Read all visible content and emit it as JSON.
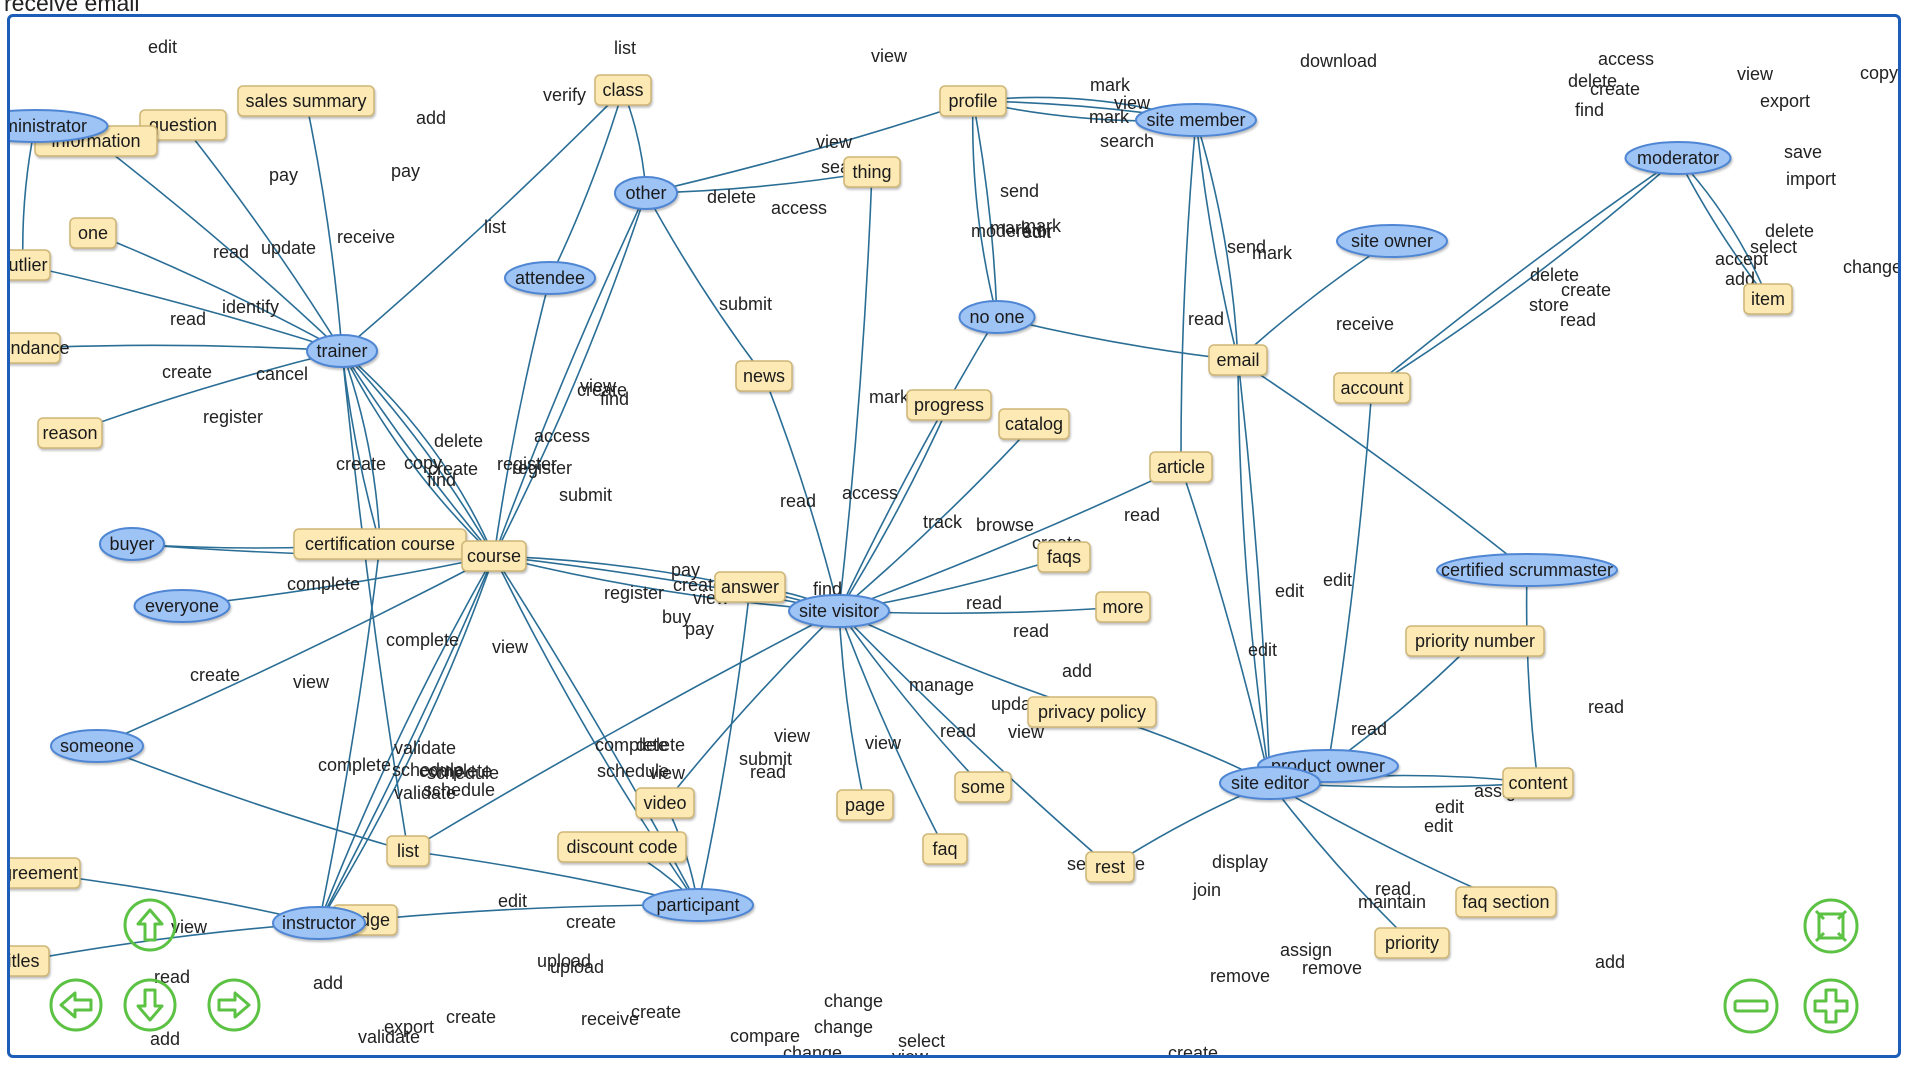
{
  "top_label": "receive email",
  "colors": {
    "frame": "#1b5db8",
    "edge": "#2a6e96",
    "actor_fill": "#9ec3f5",
    "actor_stroke": "#4f86d4",
    "object_fill": "#fce9b4",
    "object_stroke": "#cfb676",
    "control": "#5cc243"
  },
  "actors": [
    {
      "label": "administrator",
      "ref": "n_admin"
    },
    {
      "label": "trainer",
      "ref": "n_trainer"
    },
    {
      "label": "other",
      "ref": "n_other"
    },
    {
      "label": "attendee",
      "ref": "n_attendee"
    },
    {
      "label": "site member",
      "ref": "n_sitemember"
    },
    {
      "label": "no one",
      "ref": "n_noone"
    },
    {
      "label": "site owner",
      "ref": "n_siteowner"
    },
    {
      "label": "moderator",
      "ref": "n_moderator"
    },
    {
      "label": "buyer",
      "ref": "n_buyer"
    },
    {
      "label": "everyone",
      "ref": "n_everyone"
    },
    {
      "label": "site visitor",
      "ref": "n_sitevisitor"
    },
    {
      "label": "certified scrummaster",
      "ref": "n_certscrum"
    },
    {
      "label": "someone",
      "ref": "n_someone"
    },
    {
      "label": "product owner",
      "ref": "n_productowner"
    },
    {
      "label": "site editor",
      "ref": "n_siteeditor"
    },
    {
      "label": "instructor",
      "ref": "n_instructor"
    },
    {
      "label": "participant",
      "ref": "n_participant"
    }
  ],
  "objects": [
    {
      "label": "sales summary",
      "ref": "n_salessummary"
    },
    {
      "label": "question",
      "ref": "n_question"
    },
    {
      "label": "information",
      "ref": "n_information"
    },
    {
      "label": "class",
      "ref": "n_class"
    },
    {
      "label": "profile",
      "ref": "n_profile"
    },
    {
      "label": "thing",
      "ref": "n_thing"
    },
    {
      "label": "one",
      "ref": "n_one"
    },
    {
      "label": "outlier",
      "ref": "n_outlier"
    },
    {
      "label": "attendance",
      "ref": "n_attendance"
    },
    {
      "label": "reason",
      "ref": "n_reason"
    },
    {
      "label": "news",
      "ref": "n_news"
    },
    {
      "label": "email",
      "ref": "n_email"
    },
    {
      "label": "account",
      "ref": "n_account"
    },
    {
      "label": "item",
      "ref": "n_item"
    },
    {
      "label": "progress",
      "ref": "n_progress"
    },
    {
      "label": "catalog",
      "ref": "n_catalog"
    },
    {
      "label": "article",
      "ref": "n_article"
    },
    {
      "label": "certification course",
      "ref": "n_certcourse"
    },
    {
      "label": "course",
      "ref": "n_course"
    },
    {
      "label": "answer",
      "ref": "n_answer"
    },
    {
      "label": "faqs",
      "ref": "n_faqs"
    },
    {
      "label": "more",
      "ref": "n_more"
    },
    {
      "label": "priority number",
      "ref": "n_prionum"
    },
    {
      "label": "privacy policy",
      "ref": "n_privacy"
    },
    {
      "label": "content",
      "ref": "n_content"
    },
    {
      "label": "some",
      "ref": "n_some"
    },
    {
      "label": "page",
      "ref": "n_page"
    },
    {
      "label": "video",
      "ref": "n_video"
    },
    {
      "label": "faq",
      "ref": "n_faq"
    },
    {
      "label": "list",
      "ref": "n_list"
    },
    {
      "label": "discount code",
      "ref": "n_discount"
    },
    {
      "label": "rest",
      "ref": "n_rest"
    },
    {
      "label": "faq section",
      "ref": "n_faqsection"
    },
    {
      "label": "priority",
      "ref": "n_priority"
    },
    {
      "label": "badge",
      "ref": "n_badge"
    },
    {
      "label": "agreement",
      "ref": "n_agreement"
    },
    {
      "label": "titles",
      "ref": "n_titles"
    }
  ],
  "edge_labels": [
    "edit",
    "list",
    "view",
    "download",
    "copy",
    "access",
    "delete",
    "create",
    "find",
    "view",
    "export",
    "verify",
    "add",
    "mark",
    "view",
    "mark",
    "search",
    "save",
    "import",
    "pay",
    "pay",
    "receive",
    "list",
    "view",
    "search",
    "delete",
    "access",
    "send",
    "moderator",
    "edit",
    "delete",
    "select",
    "add",
    "accept",
    "change",
    "delete",
    "create",
    "store",
    "read",
    "read",
    "update",
    "identify",
    "read",
    "create",
    "cancel",
    "register",
    "create",
    "view",
    "find",
    "access",
    "submit",
    "mark",
    "mark",
    "send",
    "mark",
    "read",
    "receive",
    "mark",
    "delete",
    "register",
    "copy",
    "create",
    "find",
    "submit",
    "register",
    "create",
    "pay",
    "register",
    "create",
    "view",
    "buy",
    "pay",
    "find",
    "read",
    "access",
    "track",
    "browse",
    "read",
    "create",
    "read",
    "read",
    "edit",
    "edit",
    "edit",
    "add",
    "manage",
    "update",
    "read",
    "view",
    "view",
    "complete",
    "complete",
    "view",
    "create",
    "view",
    "complete",
    "validate",
    "schedule",
    "complete",
    "validate",
    "schedule",
    "schedule",
    "complete",
    "delete",
    "schedule",
    "view",
    "view",
    "read",
    "submit",
    "view",
    "read",
    "read",
    "assign",
    "edit",
    "edit",
    "edit",
    "create",
    "upload",
    "view",
    "upload",
    "sequence",
    "display",
    "join",
    "read",
    "maintain",
    "assign",
    "remove",
    "remove",
    "add",
    "create",
    "read",
    "add",
    "add",
    "create",
    "receive",
    "create",
    "change",
    "change",
    "compare",
    "change",
    "select",
    "view",
    "export",
    "validate"
  ],
  "controls": {
    "pan_up": "pan-up",
    "pan_left": "pan-left",
    "pan_down": "pan-down",
    "pan_right": "pan-right",
    "fit": "fit-to-screen",
    "zoom_out": "zoom-out",
    "zoom_in": "zoom-in"
  }
}
